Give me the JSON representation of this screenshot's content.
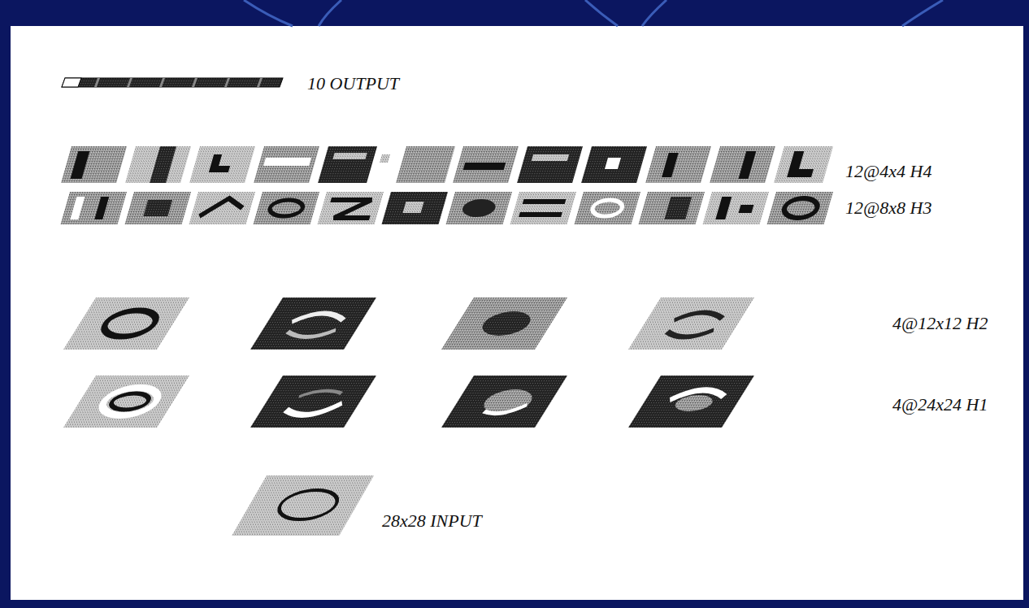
{
  "diagram": {
    "labels": [
      "10 OUTPUT",
      "12@4x4 H4",
      "12@8x8 H3",
      "4@12x12 H2",
      "4@24x24 H1",
      "28x28 INPUT"
    ]
  }
}
